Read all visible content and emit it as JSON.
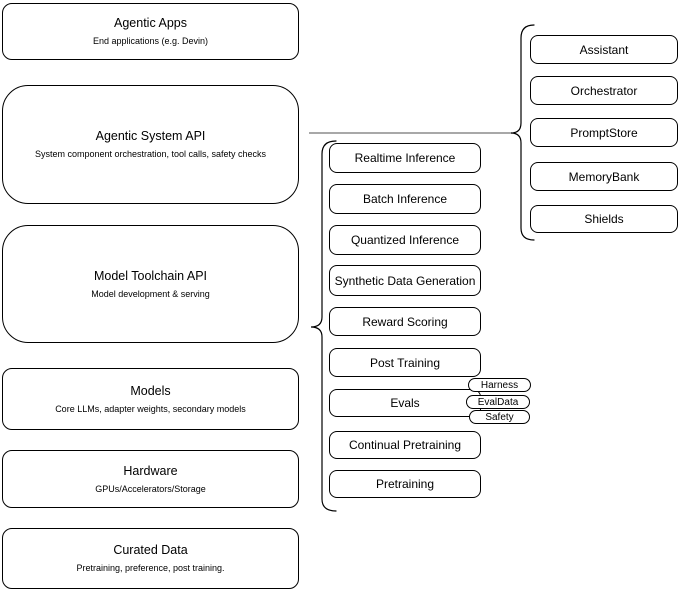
{
  "canvas": {
    "background": "#ffffff",
    "node_fill": "#ffffff",
    "node_stroke": "#000000",
    "text_color": "#000000",
    "connector_color": "#757575",
    "bracket_color": "#000000"
  },
  "left_stack": [
    {
      "title": "Agentic Apps",
      "subtitle": "End applications (e.g. Devin)"
    },
    {
      "title": "Agentic System API",
      "subtitle": "System component orchestration, tool calls, safety checks"
    },
    {
      "title": "Model Toolchain API",
      "subtitle": "Model development & serving"
    },
    {
      "title": "Models",
      "subtitle": "Core LLMs, adapter weights, secondary models"
    },
    {
      "title": "Hardware",
      "subtitle": "GPUs/Accelerators/Storage"
    },
    {
      "title": "Curated Data",
      "subtitle": "Pretraining, preference, post training."
    }
  ],
  "toolchain_items": [
    "Realtime Inference",
    "Batch Inference",
    "Quantized Inference",
    "Synthetic Data Generation",
    "Reward Scoring",
    "Post Training",
    "Evals",
    "Continual Pretraining",
    "Pretraining"
  ],
  "evals_tags": [
    "Harness",
    "EvalData",
    "Safety"
  ],
  "system_items": [
    "Assistant",
    "Orchestrator",
    "PromptStore",
    "MemoryBank",
    "Shields"
  ]
}
